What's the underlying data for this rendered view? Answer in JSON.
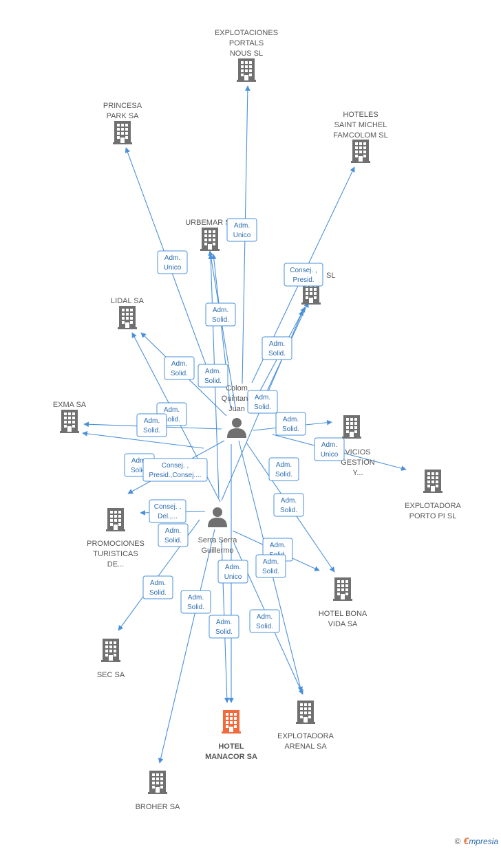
{
  "colors": {
    "edge": "#4a90d9",
    "building": "#707070",
    "focus": "#f26a3c",
    "person": "#707070"
  },
  "nodes": [
    {
      "id": "explotaciones",
      "kind": "company",
      "lines": [
        "EXPLOTACIONES",
        "PORTALS",
        "NOUS SL"
      ]
    },
    {
      "id": "princesa",
      "kind": "company",
      "lines": [
        "PRINCESA",
        "PARK SA"
      ]
    },
    {
      "id": "hoteles",
      "kind": "company",
      "lines": [
        "HOTELES",
        "SAINT MICHEL",
        "FAMCOLOM  SL"
      ]
    },
    {
      "id": "urbemar",
      "kind": "company",
      "lines": [
        "URBEMAR SL"
      ]
    },
    {
      "id": "sl_mid",
      "kind": "company",
      "lines": [
        "SL"
      ]
    },
    {
      "id": "lidal",
      "kind": "company",
      "lines": [
        "LIDAL SA"
      ]
    },
    {
      "id": "exma",
      "kind": "company",
      "lines": [
        "EXMA SA"
      ]
    },
    {
      "id": "servicios",
      "kind": "company",
      "lines": [
        "VICIOS",
        "GESTION",
        "Y..."
      ]
    },
    {
      "id": "porto",
      "kind": "company",
      "lines": [
        "EXPLOTADORA",
        "PORTO PI SL"
      ]
    },
    {
      "id": "promociones",
      "kind": "company",
      "lines": [
        "PROMOCIONES",
        "TURISTICAS",
        "DE..."
      ]
    },
    {
      "id": "bona",
      "kind": "company",
      "lines": [
        "HOTEL BONA",
        "VIDA SA"
      ]
    },
    {
      "id": "sec",
      "kind": "company",
      "lines": [
        "SEC SA"
      ]
    },
    {
      "id": "manacor",
      "kind": "focus",
      "lines": [
        "HOTEL",
        "MANACOR SA"
      ]
    },
    {
      "id": "arenal",
      "kind": "company",
      "lines": [
        "EXPLOTADORA",
        "ARENAL SA"
      ]
    },
    {
      "id": "broher",
      "kind": "company",
      "lines": [
        "BROHER SA"
      ]
    },
    {
      "id": "colom",
      "kind": "person",
      "lines": [
        "Colom",
        "Quintana",
        "Juan"
      ]
    },
    {
      "id": "serra",
      "kind": "person",
      "lines": [
        "Serra Serra",
        "Guillermo"
      ]
    }
  ],
  "relations": [
    {
      "id": "r1",
      "lines": [
        "Adm.",
        "Unico"
      ]
    },
    {
      "id": "r2",
      "lines": [
        "Adm.",
        "Unico"
      ]
    },
    {
      "id": "r3",
      "lines": [
        "Consej. ,",
        "Presid."
      ]
    },
    {
      "id": "r4",
      "lines": [
        "Adm.",
        "Solid."
      ]
    },
    {
      "id": "r5",
      "lines": [
        "Adm.",
        "Solid."
      ]
    },
    {
      "id": "r6",
      "lines": [
        "Adm.",
        "Solid."
      ]
    },
    {
      "id": "r7",
      "lines": [
        "Adm.",
        "Solid."
      ]
    },
    {
      "id": "r8",
      "lines": [
        "Adm.",
        "Solid."
      ]
    },
    {
      "id": "r9",
      "lines": [
        "Adm.",
        "Solid."
      ]
    },
    {
      "id": "r10",
      "lines": [
        "Adm.",
        "Solid."
      ]
    },
    {
      "id": "r11",
      "lines": [
        "Adm.",
        "Solid."
      ]
    },
    {
      "id": "r12",
      "lines": [
        "Adm.",
        "Unico"
      ]
    },
    {
      "id": "r13",
      "lines": [
        "Adm.",
        "Solid."
      ]
    },
    {
      "id": "r14",
      "lines": [
        "Consej. ,",
        "Presid.,Consej...."
      ]
    },
    {
      "id": "r15",
      "lines": [
        "Adm.",
        "Solid."
      ]
    },
    {
      "id": "r16",
      "lines": [
        "Consej. ,",
        "Del.,..."
      ]
    },
    {
      "id": "r17",
      "lines": [
        "Adm.",
        "Solid."
      ]
    },
    {
      "id": "r18",
      "lines": [
        "Adm.",
        "Solid."
      ]
    },
    {
      "id": "r19",
      "lines": [
        "Adm.",
        "Solid."
      ]
    },
    {
      "id": "r20",
      "lines": [
        "Adm.",
        "Solid."
      ]
    },
    {
      "id": "r21",
      "lines": [
        "Adm.",
        "Solid."
      ]
    },
    {
      "id": "r22",
      "lines": [
        "Adm.",
        "Unico"
      ]
    },
    {
      "id": "r23",
      "lines": [
        "Adm.",
        "Solid."
      ]
    },
    {
      "id": "r24",
      "lines": [
        "Adm.",
        "Solid."
      ]
    }
  ],
  "footer": {
    "copyright": "©",
    "brand_e": "€",
    "brand_rest": "mpresia"
  }
}
